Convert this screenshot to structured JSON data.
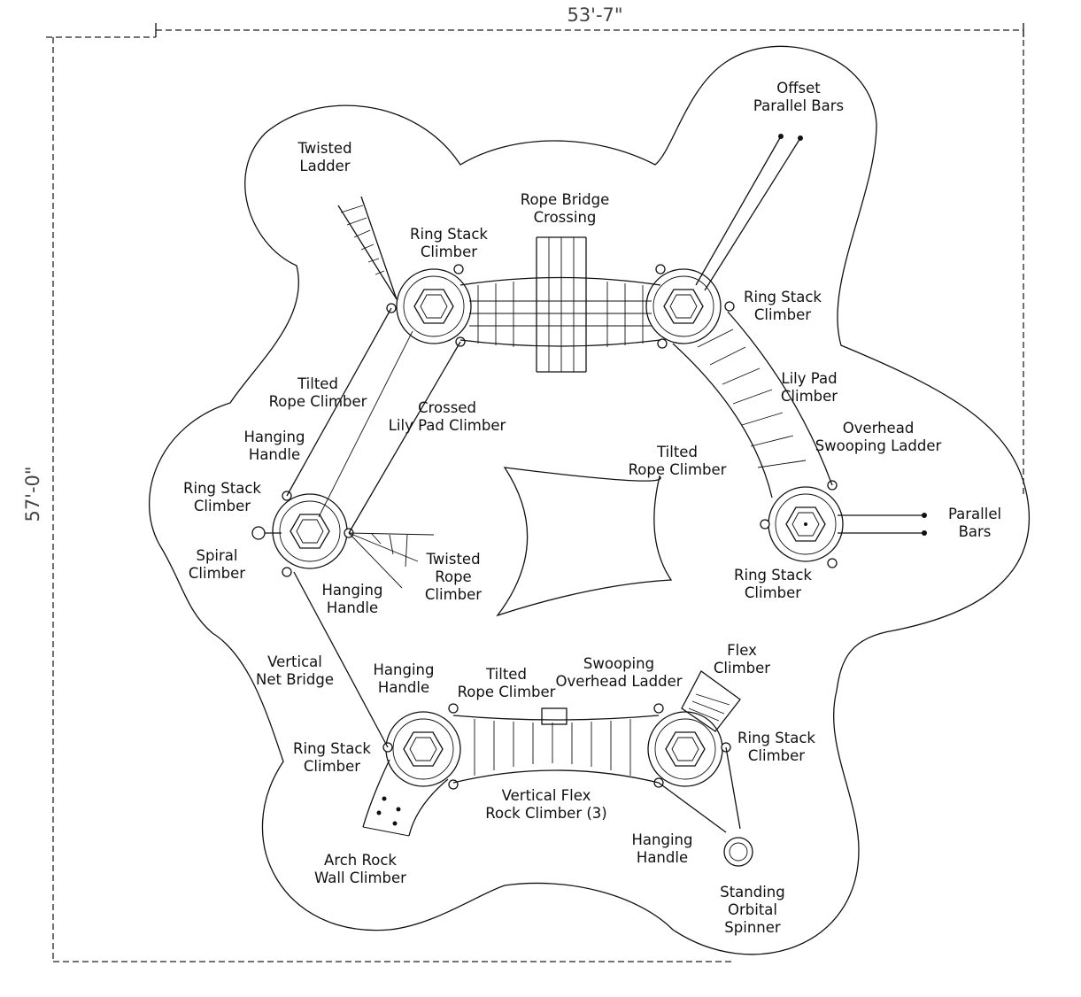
{
  "dimensions": {
    "width": "53'-7\"",
    "height": "57'-0\""
  },
  "labels": {
    "twisted_ladder": [
      "Twisted",
      "Ladder"
    ],
    "offset_parallel_bars": [
      "Offset",
      "Parallel Bars"
    ],
    "rope_bridge_crossing": [
      "Rope Bridge",
      "Crossing"
    ],
    "ring_stack_top_left": [
      "Ring Stack",
      "Climber"
    ],
    "ring_stack_top_right": [
      "Ring Stack",
      "Climber"
    ],
    "lily_pad_climber": [
      "Lily Pad",
      "Climber"
    ],
    "tilted_rope_left": [
      "Tilted",
      "Rope Climber"
    ],
    "crossed_lily_pad": [
      "Crossed",
      "Lily Pad Climber"
    ],
    "overhead_swooping_ladder": [
      "Overhead",
      "Swooping Ladder"
    ],
    "hanging_handle_left_upper": [
      "Hanging",
      "Handle"
    ],
    "tilted_rope_right": [
      "Tilted",
      "Rope Climber"
    ],
    "ring_stack_left": [
      "Ring Stack",
      "Climber"
    ],
    "parallel_bars": [
      "Parallel",
      "Bars"
    ],
    "spiral_climber": [
      "Spiral",
      "Climber"
    ],
    "twisted_rope_climber": [
      "Twisted",
      "Rope",
      "Climber"
    ],
    "ring_stack_right": [
      "Ring Stack",
      "Climber"
    ],
    "hanging_handle_left_lower": [
      "Hanging",
      "Handle"
    ],
    "vertical_net_bridge": [
      "Vertical",
      "Net Bridge"
    ],
    "hanging_handle_bottom": [
      "Hanging",
      "Handle"
    ],
    "tilted_rope_bottom": [
      "Tilted",
      "Rope Climber"
    ],
    "swooping_overhead_ladder": [
      "Swooping",
      "Overhead Ladder"
    ],
    "flex_climber": [
      "Flex",
      "Climber"
    ],
    "ring_stack_bottom_left": [
      "Ring Stack",
      "Climber"
    ],
    "ring_stack_bottom_right": [
      "Ring Stack",
      "Climber"
    ],
    "vertical_flex_rock": [
      "Vertical Flex",
      "Rock Climber (3)"
    ],
    "hanging_handle_bottom_right": [
      "Hanging",
      "Handle"
    ],
    "arch_rock_wall": [
      "Arch Rock",
      "Wall Climber"
    ],
    "standing_orbital_spinner": [
      "Standing",
      "Orbital",
      "Spinner"
    ]
  }
}
